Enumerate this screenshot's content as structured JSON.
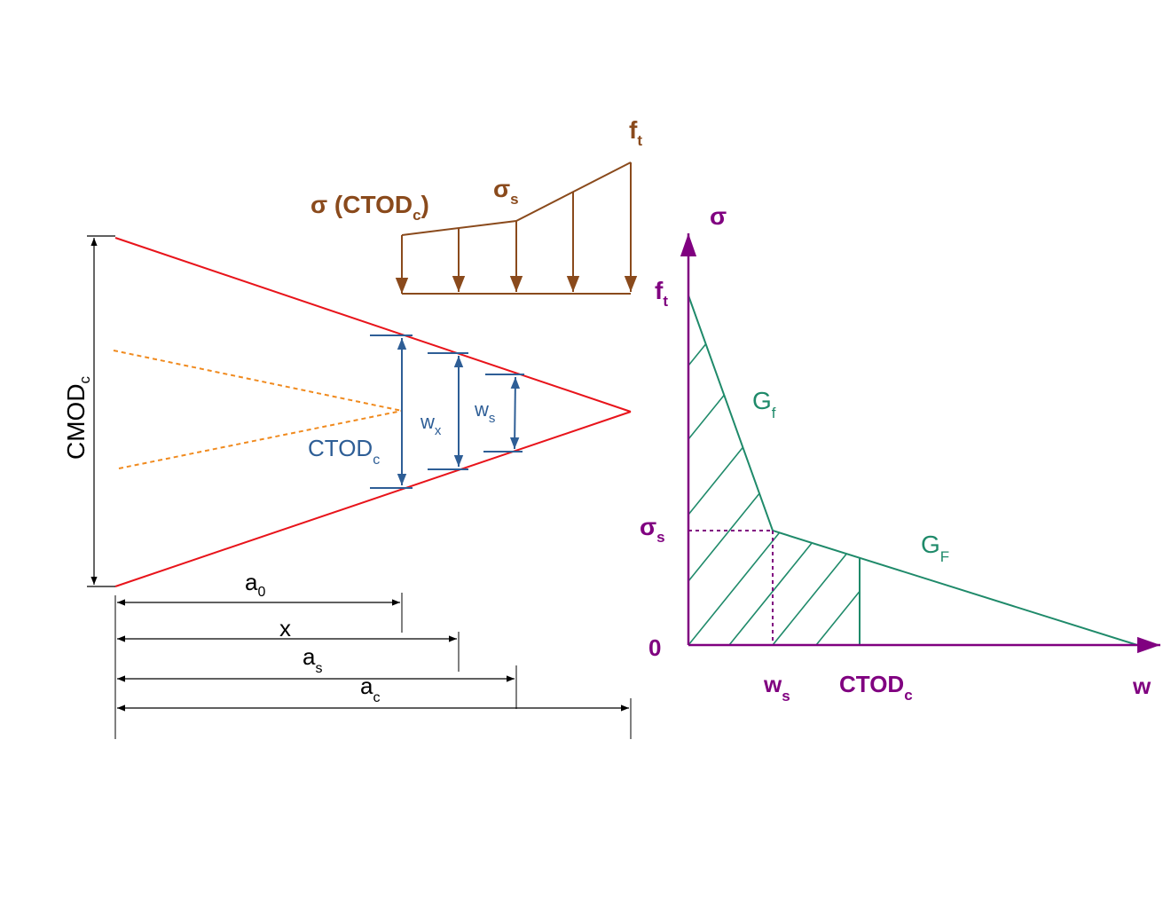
{
  "colors": {
    "crack": "#e8141b",
    "fictitious_crack": "#f08a1e",
    "opening": "#2e5e96",
    "dimension": "#000000",
    "stress_profile": "#8a4a1c",
    "axes": "#800080",
    "softening_curve": "#1f8a6a"
  },
  "crack_profile": {
    "cmod_label": "CMOD",
    "cmod_sub": "c",
    "ctod_label": "CTOD",
    "ctod_sub": "c",
    "wx_label": "w",
    "wx_sub": "x",
    "ws_label": "w",
    "ws_sub": "s"
  },
  "dimensions": {
    "a0_label": "a",
    "a0_sub": "0",
    "x_label": "x",
    "as_label": "a",
    "as_sub": "s",
    "ac_label": "a",
    "ac_sub": "c"
  },
  "stress_profile": {
    "ft_label": "f",
    "ft_sub": "t",
    "sigma_s_label": "σ",
    "sigma_s_sub": "s",
    "sigma_ctod_label": "σ (CTOD",
    "sigma_ctod_sub": "c",
    "sigma_ctod_close": ")"
  },
  "softening_law": {
    "y_axis_label": "σ",
    "x_axis_label": "w",
    "origin_label": "0",
    "ft_label": "f",
    "ft_sub": "t",
    "sigma_s_label": "σ",
    "sigma_s_sub": "s",
    "ws_label": "w",
    "ws_sub": "s",
    "ctod_label": "CTOD",
    "ctod_sub": "c",
    "Gf_label": "G",
    "Gf_sub": "f",
    "GF_label": "G",
    "GF_sub": "F"
  }
}
